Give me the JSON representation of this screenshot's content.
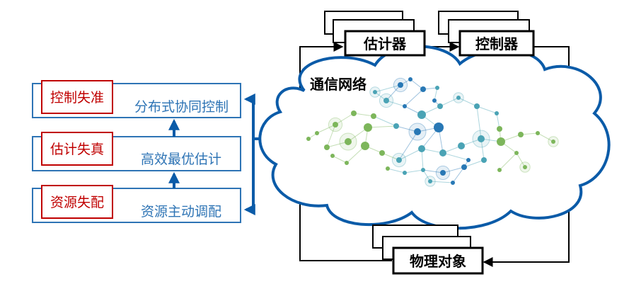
{
  "left_panel": {
    "rows": [
      {
        "problem": "控制失准",
        "solution": "分布式协同控制"
      },
      {
        "problem": "估计失真",
        "solution": "高效最优估计"
      },
      {
        "problem": "资源失配",
        "solution": "资源主动调配"
      }
    ]
  },
  "system": {
    "estimator": "估计器",
    "controller": "控制器",
    "network": "通信网络",
    "physical_object": "物理对象"
  },
  "colors": {
    "panel_border": "#2e74b5",
    "problem_text": "#c00000",
    "arrow_blue": "#0b5ba8",
    "node_blue": "#2878b5",
    "node_teal": "#4aa3b5",
    "node_green": "#7db65b"
  }
}
